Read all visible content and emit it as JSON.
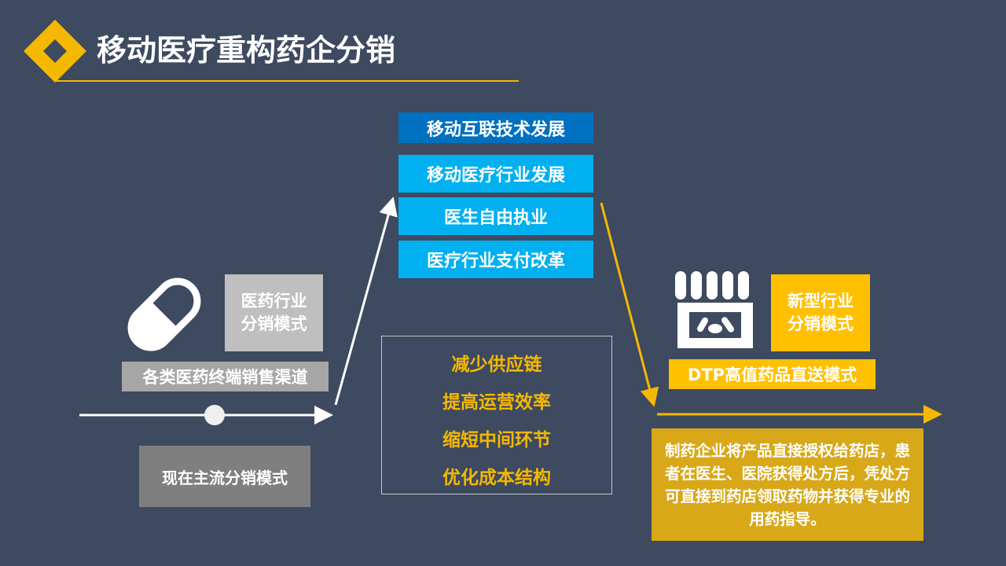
{
  "title": "移动医疗重构药企分销",
  "drivers": [
    "移动互联技术发展",
    "移动医疗行业发展",
    "医生自由执业",
    "医疗行业支付改革"
  ],
  "current": {
    "mode_label_1": "医药行业",
    "mode_label_2": "分销模式",
    "channels": "各类医药终端销售渠道",
    "mainstream": "现在主流分销模式"
  },
  "benefits": [
    "减少供应链",
    "提高运营效率",
    "缩短中间环节",
    "优化成本结构"
  ],
  "new": {
    "mode_label_1": "新型行业",
    "mode_label_2": "分销模式",
    "dtp": "DTP高值药品直送模式",
    "description": "制药企业将产品直接授权给药店，患者在医生、医院获得处方后，凭处方可直接到药店领取药物并获得专业的用药指导。"
  },
  "colors": {
    "background": "#3d4a5f",
    "accent": "#f5b800",
    "blue_dark": "#0070c0",
    "blue_light": "#00b0f0"
  }
}
